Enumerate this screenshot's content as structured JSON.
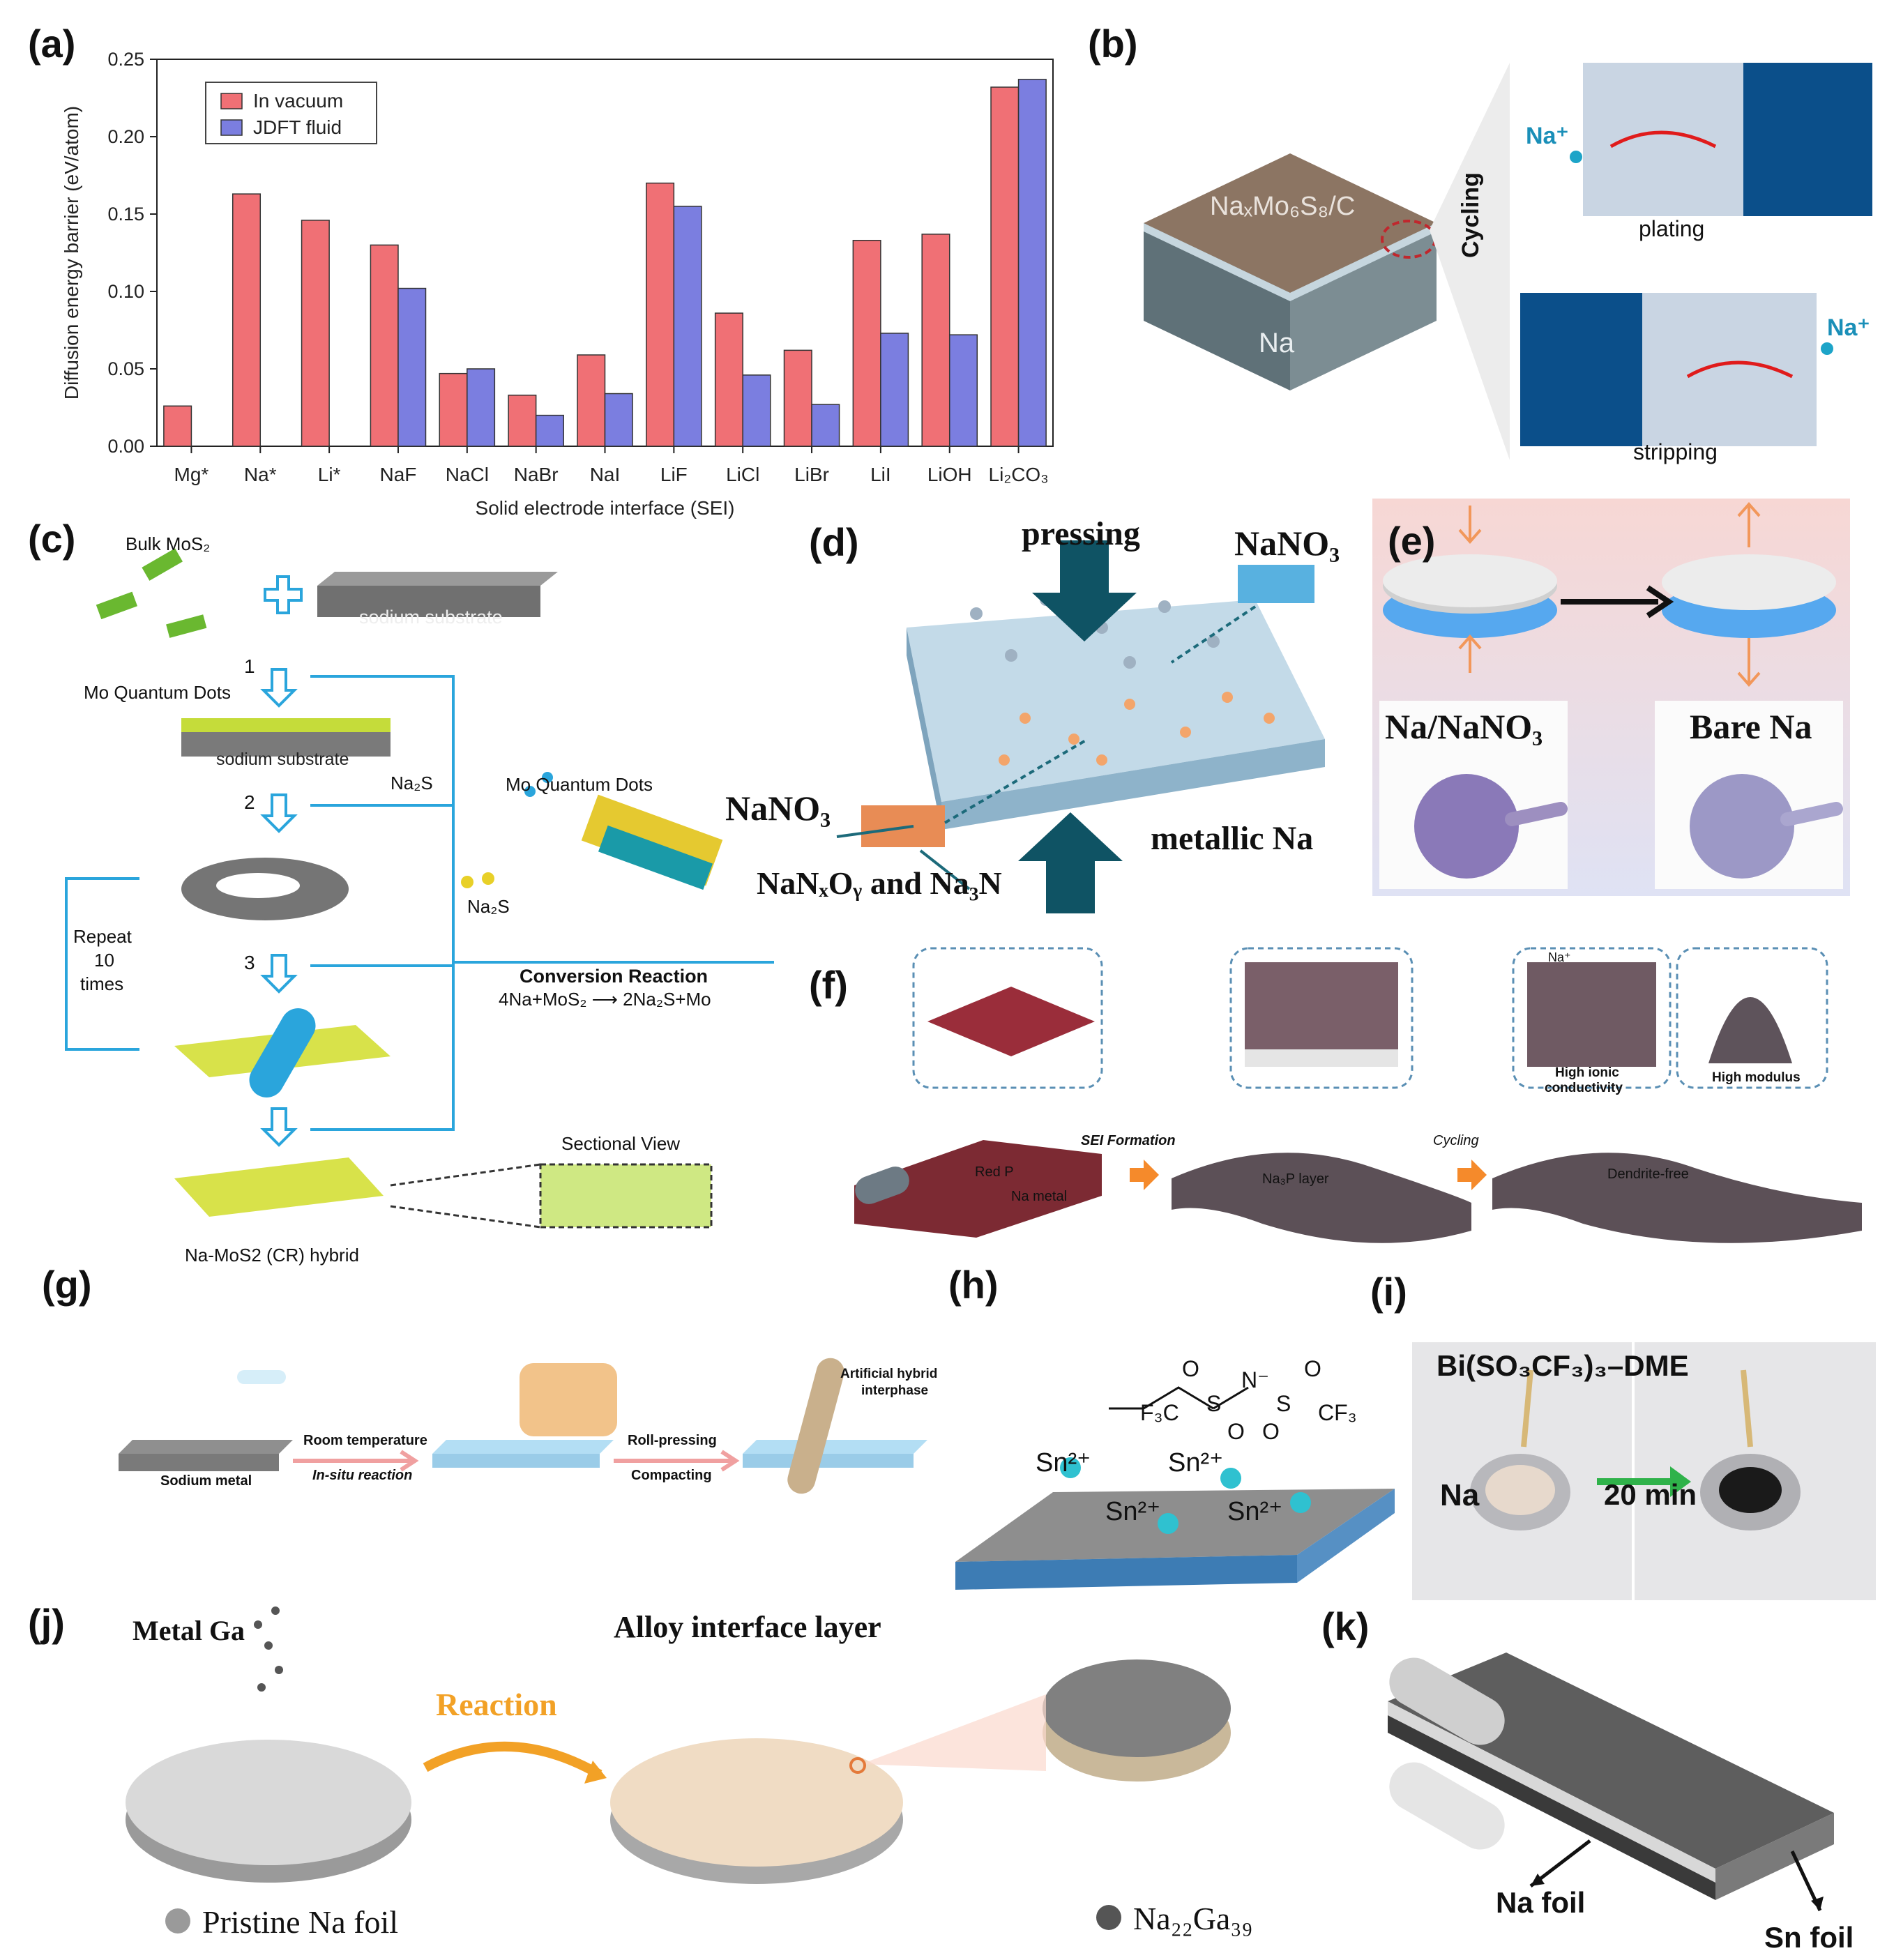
{
  "panels": {
    "a": {
      "label": "(a)"
    },
    "b": {
      "label": "(b)",
      "film": "NaₓMo₆S₈/C",
      "base": "Na",
      "cycling": "Cycling",
      "ion": "Na⁺",
      "plating": "plating",
      "stripping": "stripping"
    },
    "c": {
      "label": "(c)",
      "bulk": "Bulk MoS₂",
      "substrate": "sodium substrate",
      "mo_qd": "Mo Quantum Dots",
      "na2s": "Na₂S",
      "step1": "1",
      "step2": "2",
      "step3": "3",
      "repeat1": "Repeat",
      "repeat2": "10",
      "repeat3": "times",
      "mo_qd2": "Mo Quantum Dots",
      "na2s2": "Na₂S",
      "conv_title": "Conversion Reaction",
      "conv_eq": "4Na+MoS₂ ⟶ 2Na₂S+Mo",
      "sectional": "Sectional View",
      "hybrid": "Na-MoS2 (CR) hybrid"
    },
    "d": {
      "label": "(d)",
      "pressing": "pressing",
      "nano3_top": "NaNO₃",
      "nano3_left": "NaNO₃",
      "metallic": "metallic Na",
      "products": "NaNₓOᵧ and Na₃N"
    },
    "e": {
      "label": "(e)",
      "left": "Na/NaNO₃",
      "right": "Bare Na"
    },
    "f": {
      "label": "(f)",
      "red_p": "Red P",
      "na_metal": "Na metal",
      "sei": "SEI Formation",
      "na3p": "Na₃P layer",
      "cycling": "Cycling",
      "dendrite": "Dendrite-free",
      "ion": "Na⁺",
      "ionic1": "High ionic",
      "ionic2": "conductivity",
      "modulus": "High modulus"
    },
    "g": {
      "label": "(g)",
      "sodium": "Sodium metal",
      "room": "Room temperature",
      "insitu": "In-situ reaction",
      "roll": "Roll-pressing",
      "compact": "Compacting",
      "hybrid1": "Artificial hybrid",
      "hybrid2": "interphase"
    },
    "h": {
      "label": "(h)",
      "sn1": "Sn²⁺",
      "sn2": "Sn²⁺",
      "sn3": "Sn²⁺",
      "sn4": "Sn²⁺",
      "f3c": "F₃C",
      "cf3": "CF₃",
      "n": "N⁻",
      "s": "S",
      "o": "O"
    },
    "i": {
      "label": "(i)",
      "title": "Bi(SO₃CF₃)₃–DME",
      "na": "Na",
      "time": "20 min"
    },
    "j": {
      "label": "(j)",
      "ga": "Metal Ga",
      "alloy": "Alloy interface layer",
      "reaction": "Reaction",
      "pristine": "Pristine Na foil",
      "product": "Na₂₂Ga₃₉"
    },
    "k": {
      "label": "(k)",
      "na": "Na foil",
      "sn": "Sn foil"
    }
  },
  "chart_data": {
    "type": "bar",
    "xlabel": "Solid electrode interface (SEI)",
    "ylabel": "Diffusion energy barrier (eV/atom)",
    "ylim": [
      0,
      0.25
    ],
    "yticks": [
      "0.00",
      "0.05",
      "0.10",
      "0.15",
      "0.20",
      "0.25"
    ],
    "categories": [
      "Mg*",
      "Na*",
      "Li*",
      "NaF",
      "NaCl",
      "NaBr",
      "NaI",
      "LiF",
      "LiCl",
      "LiBr",
      "LiI",
      "LiOH",
      "Li₂CO₃"
    ],
    "legend_position": "top-left",
    "series": [
      {
        "name": "In vacuum",
        "color": "#f07075",
        "values": [
          0.026,
          0.163,
          0.146,
          0.13,
          0.047,
          0.033,
          0.059,
          0.17,
          0.086,
          0.062,
          0.133,
          0.137,
          0.232
        ]
      },
      {
        "name": "JDFT fluid",
        "color": "#7b7ee0",
        "values": [
          null,
          null,
          null,
          0.102,
          0.05,
          0.02,
          0.034,
          0.155,
          0.046,
          0.027,
          0.073,
          0.072,
          0.237
        ]
      }
    ]
  }
}
